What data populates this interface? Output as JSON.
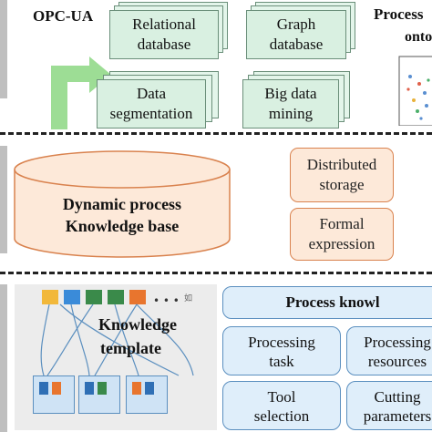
{
  "top": {
    "protocol_label": "OPC-UA",
    "process_label": "Process",
    "onto_label": "onto",
    "stores": [
      {
        "line1": "Relational",
        "line2": "database"
      },
      {
        "line1": "Graph",
        "line2": "database"
      },
      {
        "line1": "Data",
        "line2": "segmentation"
      },
      {
        "line1": "Big data",
        "line2": "mining"
      }
    ]
  },
  "middle": {
    "cylinder_line1": "Dynamic process",
    "cylinder_line2": "Knowledge base",
    "boxes": [
      {
        "line1": "Distributed",
        "line2": "storage"
      },
      {
        "line1": "Formal",
        "line2": "expression"
      }
    ]
  },
  "bottom": {
    "template_line1": "Knowledge",
    "template_line2": "template",
    "panel_title": "Process knowl",
    "cells": [
      {
        "line1": "Processing",
        "line2": "task"
      },
      {
        "line1": "Processing",
        "line2": "resources"
      },
      {
        "line1": "Tool",
        "line2": "selection"
      },
      {
        "line1": "Cutting",
        "line2": "parameters"
      }
    ]
  },
  "colors": {
    "card_fill": "#d9f0e1",
    "arrow_green": "#92d98a",
    "orange_border": "#d9824e",
    "blue_fill": "#dfeefa",
    "blue_border": "#5b8fbf"
  }
}
